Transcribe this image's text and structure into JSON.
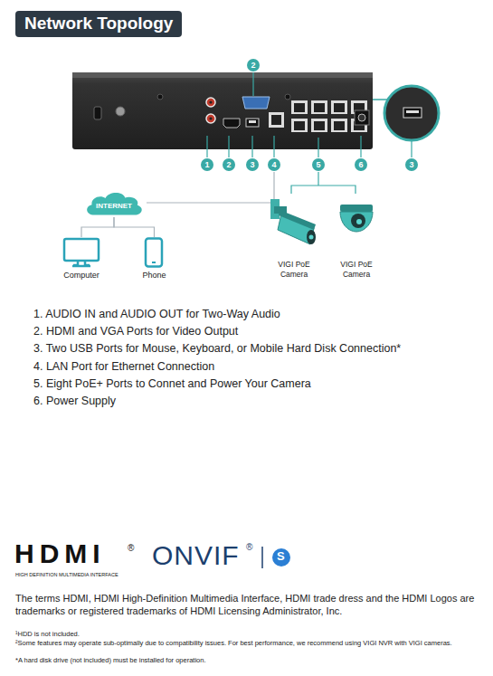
{
  "diagram": {
    "title": "Network Topology",
    "nodes": [
      {
        "text": [
          "INTERNET"
        ]
      },
      {
        "text": [
          "Computer"
        ]
      },
      {
        "text": [
          "Phone"
        ]
      },
      {
        "text": [
          "VIGI PoE Camera"
        ]
      },
      {
        "text": [
          "VIGI PoE Camera"
        ]
      }
    ],
    "edges": [
      {
        "from": 0,
        "to": 1,
        "arrow": "none"
      },
      {
        "from": 0,
        "to": 2,
        "arrow": "none"
      }
    ],
    "labels": [
      "2",
      "1",
      "2",
      "3",
      "4",
      "5",
      "6",
      "3",
      "1. AUDIO IN and AUDIO OUT for Two-Way Audio",
      "2. HDMI and VGA Ports for Video Output",
      "3. Two USB Ports for Mouse, Keyboard, or Mobile Hard Disk Connection*",
      "4. LAN Port for Ethernet Connection",
      "5. Eight PoE+ Ports to Connet and Power Your Camera",
      "6. Power Supply",
      "HDMI",
      "®",
      "HIGH DEFINITION MULTIMEDIA INTERFACE",
      "ONVIF",
      "®",
      "S",
      "The terms HDMI, HDMI High-Definition Multimedia Interface, HDMI trade dress and the HDMI Logos are trademarks or registered trademarks of HDMI Licensing Administrator, Inc.",
      "¹HDD is not included.",
      "²Some features may operate sub-optimally due to compatibility issues. For best performance, we recommend using VIGI NVR with VIGI cameras.",
      "*A hard disk drive (not included) must be installed for operation."
    ]
  }
}
